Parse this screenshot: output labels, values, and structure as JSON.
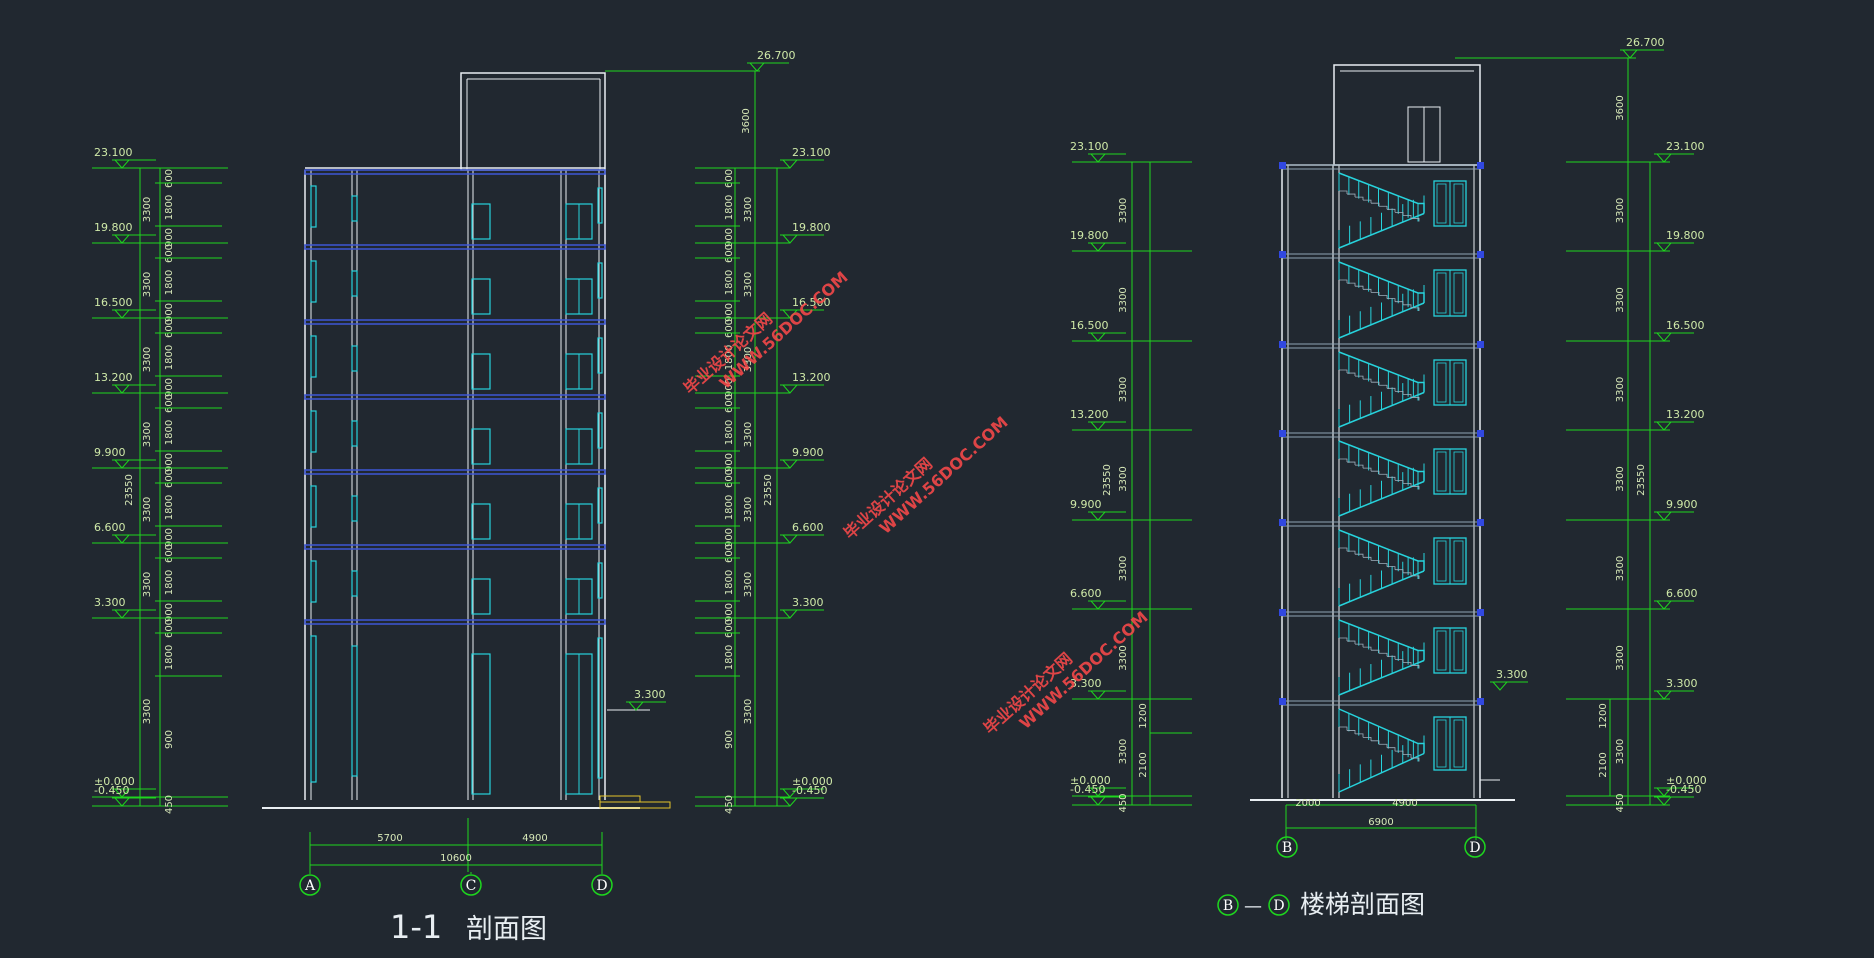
{
  "colors": {
    "background": "#212830",
    "dimension": "#1ed61e",
    "wall": "#e9eef2",
    "window": "#27d3dc",
    "slab": "#3e57d6",
    "watermark": "#ff4a4a"
  },
  "left_section": {
    "title_number": "1-1",
    "title_text": "剖面图",
    "left_elevations": [
      "23.100",
      "19.800",
      "16.500",
      "13.200",
      "9.900",
      "6.600",
      "3.300",
      "±0.000",
      "-0.450"
    ],
    "right_elevations": [
      "26.700",
      "23.100",
      "19.800",
      "16.500",
      "13.200",
      "9.900",
      "6.600",
      "3.300",
      "±0.000",
      "-0.450"
    ],
    "entry_elevation": "3.300",
    "subdims": [
      "600",
      "1800",
      "900",
      "600",
      "1800",
      "900",
      "600",
      "1800",
      "900",
      "600",
      "1800",
      "900",
      "600",
      "1800",
      "900",
      "600",
      "1800",
      "900",
      "600",
      "1800",
      "900",
      "450"
    ],
    "story_dims": [
      "3300",
      "3300",
      "3300",
      "3300",
      "3300",
      "3300",
      "3300"
    ],
    "total_height": "23550",
    "roof_dim": "3600",
    "bottom_dims": [
      "5700",
      "4900"
    ],
    "total_width": "10600",
    "axes": [
      "A",
      "C",
      "D"
    ]
  },
  "right_section": {
    "title_axis_start": "B",
    "title_dash": "—",
    "title_axis_end": "D",
    "title_text": "楼梯剖面图",
    "left_elevations": [
      "23.100",
      "19.800",
      "16.500",
      "13.200",
      "9.900",
      "6.600",
      "3.300",
      "±0.000",
      "-0.450"
    ],
    "right_elevations": [
      "26.700",
      "23.100",
      "19.800",
      "16.500",
      "13.200",
      "9.900",
      "6.600",
      "3.300",
      "±0.000",
      "-0.450"
    ],
    "entry_elevation": "3.300",
    "story_dims": [
      "3300",
      "3300",
      "3300",
      "3300",
      "3300",
      "3300",
      "3300"
    ],
    "total_height": "23550",
    "roof_dim": "3600",
    "ground_dims": [
      "1200",
      "2100",
      "450"
    ],
    "bottom_dims": [
      "2000",
      "4900"
    ],
    "total_width": "6900",
    "axes": [
      "B",
      "D"
    ]
  },
  "watermarks": [
    {
      "line1": "毕业设计论文网",
      "line2": "WWW.56DOC.COM"
    },
    {
      "line1": "毕业设计论文网",
      "line2": "WWW.56DOC.COM"
    },
    {
      "line1": "毕业设计论文网",
      "line2": "WWW.56DOC.COM"
    }
  ]
}
